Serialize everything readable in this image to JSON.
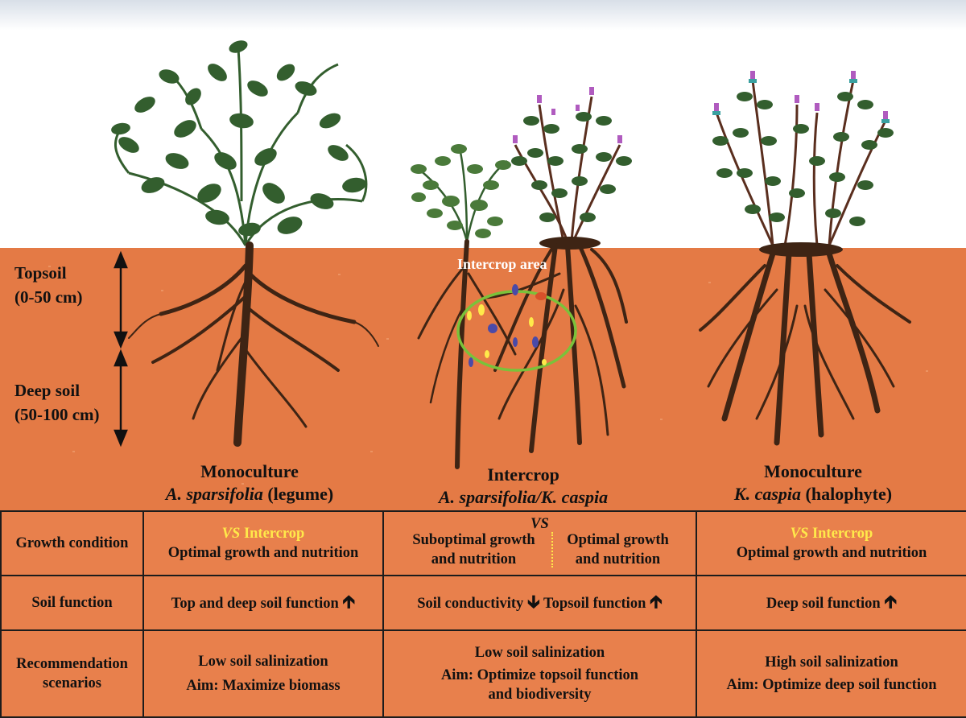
{
  "soil_layers": {
    "topsoil": "Topsoil",
    "topsoil_depth": "(0-50 cm)",
    "deep_soil": "Deep soil",
    "deep_soil_depth": "(50-100 cm)"
  },
  "intercrop_area_label": "Intercrop area",
  "panels": [
    {
      "heading": "Monoculture",
      "species": "A.  sparsifolia",
      "suffix": " (legume)"
    },
    {
      "heading": "Intercrop",
      "species": "A.  sparsifolia/K. caspia",
      "suffix": ""
    },
    {
      "heading": "Monoculture",
      "species": "K. caspia",
      "suffix": " (halophyte)"
    }
  ],
  "table": {
    "rows": [
      {
        "header": "Growth condition",
        "mono_legume": {
          "vs": "VS",
          "compare": " Intercrop",
          "text": "Optimal growth and nutrition"
        },
        "intercrop": {
          "vs": "VS",
          "left": "Suboptimal growth and nutrition",
          "right": "Optimal growth and nutrition"
        },
        "mono_halophyte": {
          "vs": "VS",
          "compare": " Intercrop",
          "text": "Optimal growth and nutrition"
        }
      },
      {
        "header": "Soil function",
        "mono_legume": {
          "text": "Top and deep soil function"
        },
        "intercrop": {
          "left": "Soil conductivity",
          "right": "Topsoil function"
        },
        "mono_halophyte": {
          "text": "Deep soil function"
        }
      },
      {
        "header": "Recommendation scenarios",
        "mono_legume": {
          "line1": "Low soil salinization",
          "line2": "Aim: Maximize biomass"
        },
        "intercrop": {
          "line1": "Low soil salinization",
          "line2": "Aim: Optimize topsoil function and biodiversity"
        },
        "mono_halophyte": {
          "line1": "High soil salinization",
          "line2": "Aim: Optimize deep soil function"
        }
      }
    ]
  },
  "colors": {
    "soil": "#e47a45",
    "table_bg": "#e8804c",
    "sky_top": "#dfe5ec",
    "leaf": "#335e2e",
    "root": "#3e2414",
    "flower": "#b05bbf",
    "highlight_text": "#ffe94a",
    "ellipse": "#7ac23a"
  }
}
